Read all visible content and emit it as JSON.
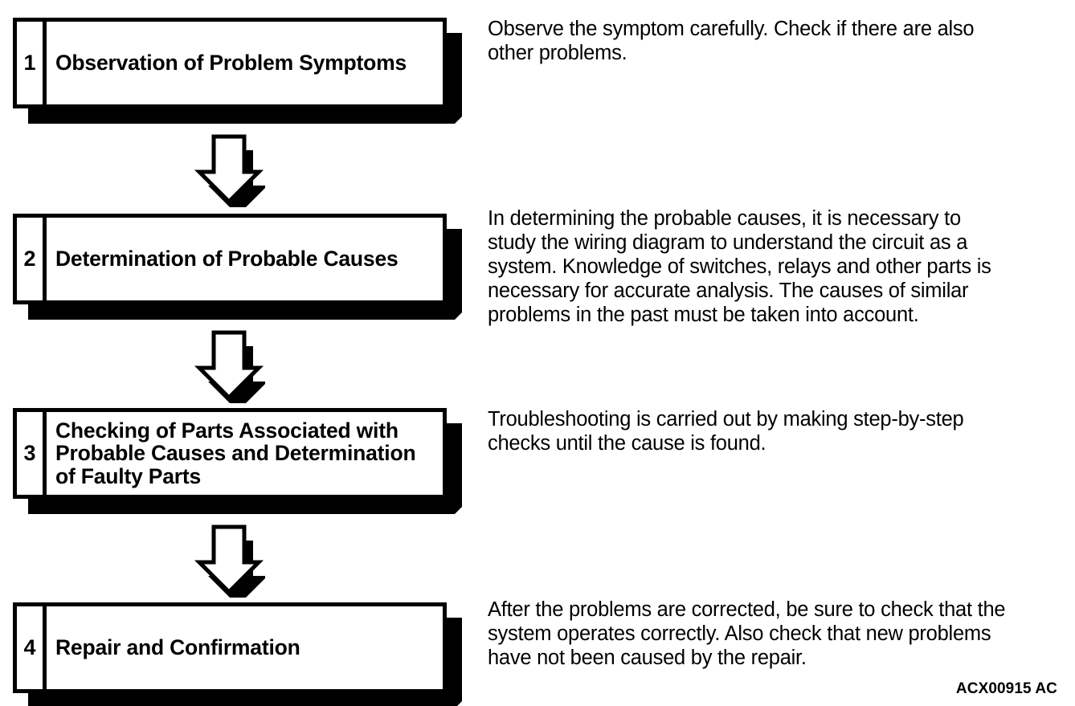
{
  "document": {
    "code": "ACX00915 AC",
    "background_color": "#ffffff",
    "ink_color": "#000000"
  },
  "flow": {
    "arrow_icon": "down-arrow-icon",
    "steps": [
      {
        "number": "1",
        "title": "Observation of Problem Symptoms",
        "description": "Observe the symptom carefully. Check if there are also\nother problems."
      },
      {
        "number": "2",
        "title": "Determination of Probable Causes",
        "description": "In determining the probable causes, it is necessary to\nstudy the wiring diagram to understand the circuit as a\nsystem. Knowledge of switches, relays and other parts is\nnecessary for accurate analysis. The causes of similar\nproblems in the past must be taken into account."
      },
      {
        "number": "3",
        "title": "Checking of Parts Associated with\nProbable Causes and Determination\nof Faulty Parts",
        "description": "Troubleshooting is carried out by making step-by-step\nchecks until the cause is found."
      },
      {
        "number": "4",
        "title": "Repair and Confirmation",
        "description": "After the problems are corrected, be sure to check that the\nsystem operates correctly. Also check that new problems\nhave not been caused by the repair."
      }
    ]
  }
}
